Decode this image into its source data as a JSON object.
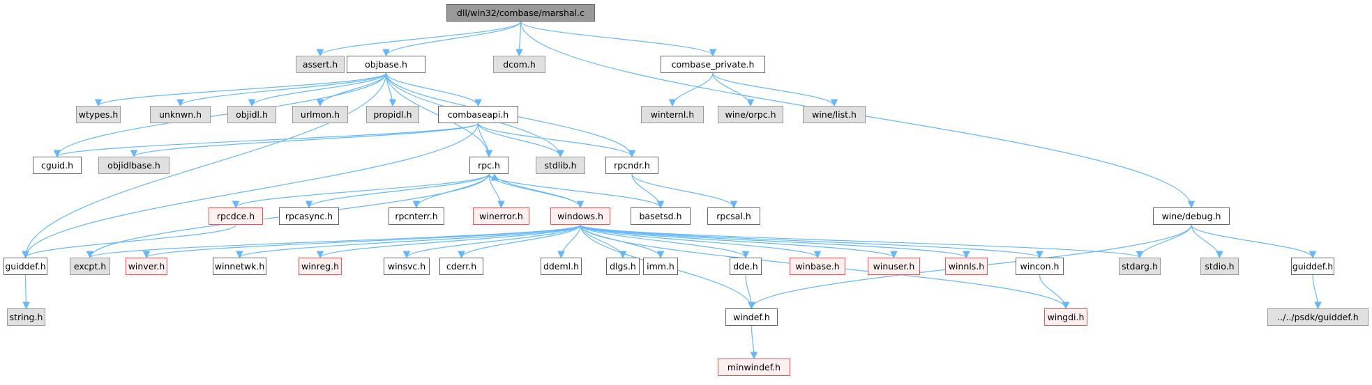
{
  "title": "dll/win32/combase/marshal.c",
  "colors": {
    "edge": "#63b8ff",
    "root_fill": "#999999",
    "system_fill": "#e0e0e0",
    "missing_border": "#ff4f4f",
    "missing_fill": "#fff0f0"
  },
  "nodes": [
    {
      "id": "marshal",
      "label": "dll/win32/combase/marshal.c",
      "kind": "root"
    },
    {
      "id": "assert",
      "label": "assert.h",
      "kind": "system"
    },
    {
      "id": "objbase",
      "label": "objbase.h",
      "kind": "normal"
    },
    {
      "id": "dcom",
      "label": "dcom.h",
      "kind": "system"
    },
    {
      "id": "combase_private",
      "label": "combase_private.h",
      "kind": "normal"
    },
    {
      "id": "wtypes",
      "label": "wtypes.h",
      "kind": "system"
    },
    {
      "id": "unknwn",
      "label": "unknwn.h",
      "kind": "system"
    },
    {
      "id": "objidl",
      "label": "objidl.h",
      "kind": "system"
    },
    {
      "id": "urlmon",
      "label": "urlmon.h",
      "kind": "system"
    },
    {
      "id": "propidl",
      "label": "propidl.h",
      "kind": "system"
    },
    {
      "id": "combaseapi",
      "label": "combaseapi.h",
      "kind": "normal"
    },
    {
      "id": "winternl",
      "label": "winternl.h",
      "kind": "system"
    },
    {
      "id": "wine_orpc",
      "label": "wine/orpc.h",
      "kind": "system"
    },
    {
      "id": "wine_list",
      "label": "wine/list.h",
      "kind": "system"
    },
    {
      "id": "cguid",
      "label": "cguid.h",
      "kind": "normal"
    },
    {
      "id": "objidlbase",
      "label": "objidlbase.h",
      "kind": "system"
    },
    {
      "id": "rpc",
      "label": "rpc.h",
      "kind": "normal"
    },
    {
      "id": "stdlib",
      "label": "stdlib.h",
      "kind": "system"
    },
    {
      "id": "rpcndr",
      "label": "rpcndr.h",
      "kind": "normal"
    },
    {
      "id": "rpcdce",
      "label": "rpcdce.h",
      "kind": "missing"
    },
    {
      "id": "rpcasync",
      "label": "rpcasync.h",
      "kind": "normal"
    },
    {
      "id": "rpcnterr",
      "label": "rpcnterr.h",
      "kind": "normal"
    },
    {
      "id": "winerror",
      "label": "winerror.h",
      "kind": "missing"
    },
    {
      "id": "windows",
      "label": "windows.h",
      "kind": "missing"
    },
    {
      "id": "basetsd",
      "label": "basetsd.h",
      "kind": "normal"
    },
    {
      "id": "rpcsal",
      "label": "rpcsal.h",
      "kind": "normal"
    },
    {
      "id": "wine_debug",
      "label": "wine/debug.h",
      "kind": "normal"
    },
    {
      "id": "guiddef",
      "label": "guiddef.h",
      "kind": "normal"
    },
    {
      "id": "excpt",
      "label": "excpt.h",
      "kind": "system"
    },
    {
      "id": "winver",
      "label": "winver.h",
      "kind": "missing"
    },
    {
      "id": "winnetwk",
      "label": "winnetwk.h",
      "kind": "normal"
    },
    {
      "id": "winreg",
      "label": "winreg.h",
      "kind": "missing"
    },
    {
      "id": "winsvc",
      "label": "winsvc.h",
      "kind": "normal"
    },
    {
      "id": "cderr",
      "label": "cderr.h",
      "kind": "normal"
    },
    {
      "id": "ddeml",
      "label": "ddeml.h",
      "kind": "normal"
    },
    {
      "id": "dlgs",
      "label": "dlgs.h",
      "kind": "normal"
    },
    {
      "id": "imm",
      "label": "imm.h",
      "kind": "normal"
    },
    {
      "id": "dde",
      "label": "dde.h",
      "kind": "normal"
    },
    {
      "id": "winbase",
      "label": "winbase.h",
      "kind": "missing"
    },
    {
      "id": "winuser",
      "label": "winuser.h",
      "kind": "missing"
    },
    {
      "id": "winnls",
      "label": "winnls.h",
      "kind": "missing"
    },
    {
      "id": "wincon",
      "label": "wincon.h",
      "kind": "normal"
    },
    {
      "id": "stdarg",
      "label": "stdarg.h",
      "kind": "system"
    },
    {
      "id": "stdio",
      "label": "stdio.h",
      "kind": "system"
    },
    {
      "id": "guiddef2",
      "label": "guiddef.h",
      "kind": "normal"
    },
    {
      "id": "string",
      "label": "string.h",
      "kind": "system"
    },
    {
      "id": "windef",
      "label": "windef.h",
      "kind": "normal"
    },
    {
      "id": "wingdi",
      "label": "wingdi.h",
      "kind": "missing"
    },
    {
      "id": "psdk_guiddef",
      "label": "../../psdk/guiddef.h",
      "kind": "system"
    },
    {
      "id": "minwindef",
      "label": "minwindef.h",
      "kind": "missing"
    }
  ],
  "edges": [
    [
      "marshal",
      "assert"
    ],
    [
      "marshal",
      "objbase"
    ],
    [
      "marshal",
      "dcom"
    ],
    [
      "marshal",
      "combase_private"
    ],
    [
      "marshal",
      "wine_debug"
    ],
    [
      "objbase",
      "wtypes"
    ],
    [
      "objbase",
      "unknwn"
    ],
    [
      "objbase",
      "objidl"
    ],
    [
      "objbase",
      "urlmon"
    ],
    [
      "objbase",
      "propidl"
    ],
    [
      "objbase",
      "combaseapi"
    ],
    [
      "objbase",
      "cguid"
    ],
    [
      "objbase",
      "guiddef"
    ],
    [
      "objbase",
      "rpc"
    ],
    [
      "objbase",
      "stdlib"
    ],
    [
      "objbase",
      "rpcndr"
    ],
    [
      "combase_private",
      "winternl"
    ],
    [
      "combase_private",
      "wine_orpc"
    ],
    [
      "combase_private",
      "wine_list"
    ],
    [
      "combaseapi",
      "cguid"
    ],
    [
      "combaseapi",
      "objidlbase"
    ],
    [
      "combaseapi",
      "rpc"
    ],
    [
      "combaseapi",
      "stdlib"
    ],
    [
      "combaseapi",
      "rpcndr"
    ],
    [
      "combaseapi",
      "guiddef"
    ],
    [
      "rpc",
      "rpcdce"
    ],
    [
      "rpc",
      "rpcasync"
    ],
    [
      "rpc",
      "rpcnterr"
    ],
    [
      "rpc",
      "winerror"
    ],
    [
      "rpc",
      "windows"
    ],
    [
      "rpc",
      "basetsd"
    ],
    [
      "rpc",
      "excpt"
    ],
    [
      "windows",
      "rpc"
    ],
    [
      "rpcndr",
      "basetsd"
    ],
    [
      "rpcndr",
      "rpcsal"
    ],
    [
      "rpcdce",
      "guiddef"
    ],
    [
      "windows",
      "excpt"
    ],
    [
      "windows",
      "winver"
    ],
    [
      "windows",
      "winnetwk"
    ],
    [
      "windows",
      "winreg"
    ],
    [
      "windows",
      "winsvc"
    ],
    [
      "windows",
      "cderr"
    ],
    [
      "windows",
      "ddeml"
    ],
    [
      "windows",
      "dlgs"
    ],
    [
      "windows",
      "imm"
    ],
    [
      "windows",
      "dde"
    ],
    [
      "windows",
      "winbase"
    ],
    [
      "windows",
      "winuser"
    ],
    [
      "windows",
      "winnls"
    ],
    [
      "windows",
      "wincon"
    ],
    [
      "windows",
      "stdarg"
    ],
    [
      "windows",
      "windef"
    ],
    [
      "windows",
      "wingdi"
    ],
    [
      "wine_debug",
      "stdarg"
    ],
    [
      "wine_debug",
      "stdio"
    ],
    [
      "wine_debug",
      "guiddef2"
    ],
    [
      "wine_debug",
      "windef"
    ],
    [
      "guiddef",
      "string"
    ],
    [
      "guiddef2",
      "psdk_guiddef"
    ],
    [
      "dde",
      "windef"
    ],
    [
      "wincon",
      "wingdi"
    ],
    [
      "windef",
      "minwindef"
    ]
  ]
}
